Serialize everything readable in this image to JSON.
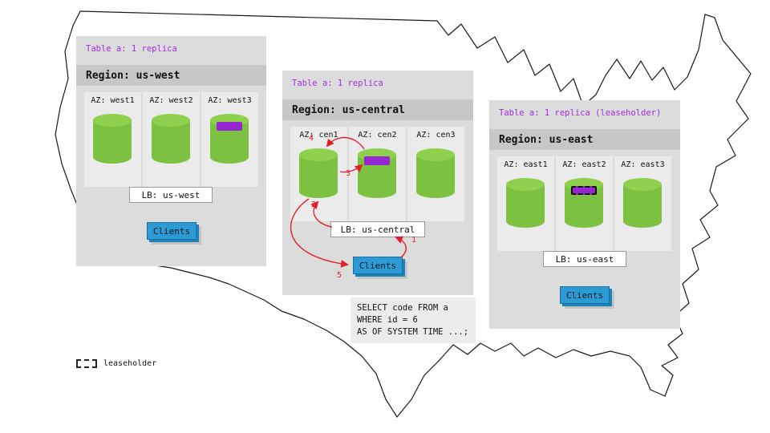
{
  "colors": {
    "panel_bg": "#dcdcdc",
    "region_strip_bg": "#c7c7c7",
    "az_bg": "#ebebeb",
    "cylinder_green": "#7cc142",
    "cylinder_green_top": "#8fd14f",
    "range_purple": "#9427cf",
    "clients_blue": "#2d9ad4",
    "arrow_red": "#e11f2a",
    "table_label_purple": "#a32ce0"
  },
  "panels": [
    {
      "table_label": "Table a: 1 replica",
      "region_label": "Region: us-west",
      "lb_label": "LB: us-west",
      "clients_label": "Clients",
      "azs": [
        {
          "label": "AZ: west1",
          "marker": "none"
        },
        {
          "label": "AZ: west2",
          "marker": "none"
        },
        {
          "label": "AZ: west3",
          "marker": "replica"
        }
      ]
    },
    {
      "table_label": "Table a: 1 replica",
      "region_label": "Region: us-central",
      "lb_label": "LB: us-central",
      "clients_label": "Clients",
      "azs": [
        {
          "label": "AZ: cen1",
          "marker": "none"
        },
        {
          "label": "AZ: cen2",
          "marker": "replica"
        },
        {
          "label": "AZ: cen3",
          "marker": "none"
        }
      ]
    },
    {
      "table_label": "Table a: 1 replica (leaseholder)",
      "region_label": "Region: us-east",
      "lb_label": "LB: us-east",
      "clients_label": "Clients",
      "azs": [
        {
          "label": "AZ: east1",
          "marker": "none"
        },
        {
          "label": "AZ: east2",
          "marker": "leaseholder"
        },
        {
          "label": "AZ: east3",
          "marker": "none"
        }
      ]
    }
  ],
  "sql": {
    "lines": [
      "SELECT code FROM a",
      "WHERE id = 6",
      "AS OF SYSTEM TIME ...;"
    ]
  },
  "flow_labels": [
    "1",
    "2",
    "3",
    "4",
    "5"
  ],
  "legend": {
    "label": "leaseholder"
  }
}
